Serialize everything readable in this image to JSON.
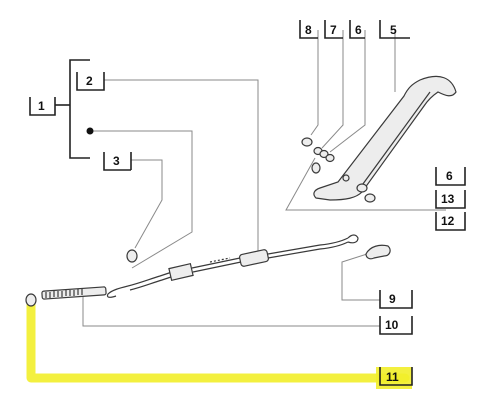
{
  "labels": {
    "l1": "1",
    "l2": "2",
    "l3": "3",
    "l5": "5",
    "l6a": "6",
    "l6b": "6",
    "l7": "7",
    "l8": "8",
    "l9": "9",
    "l10": "10",
    "l11": "11",
    "l12": "12",
    "l13": "13"
  },
  "colors": {
    "highlight": "#f2ee2a",
    "line": "#3a3a3a",
    "leader": "#8a8a8a"
  }
}
